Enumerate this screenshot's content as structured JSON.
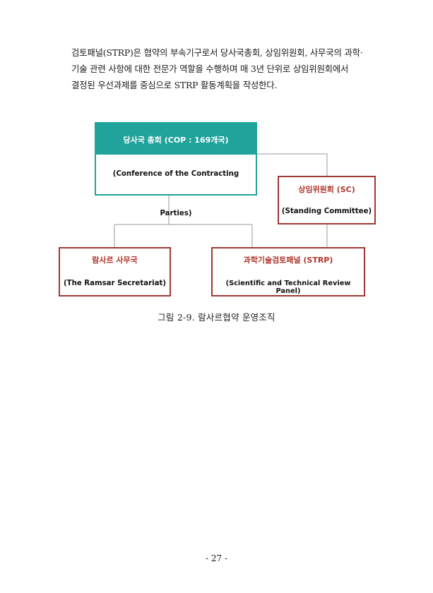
{
  "paragraph": {
    "line1": "검토패널(STRP)은 협약의 부속기구로서 당사국총회, 상임위원회, 사무국의 과학·",
    "line2": "기술 관련 사항에 대한 전문가 역할을 수행하며 매 3년 단위로 상임위원회에서",
    "line3": "결정된 우선과제를 중심으로 STRP 활동계획을 작성한다."
  },
  "chart": {
    "cop": {
      "title": "당사국 총회 (COP : 169개국)",
      "subtitle": "(Conference of the Contracting Parties)"
    },
    "sc": {
      "title": "상임위원회 (SC)",
      "subtitle": "(Standing Committee)"
    },
    "ramsar": {
      "title": "람사르 사무국",
      "subtitle": "(The Ramsar Secretariat)"
    },
    "strp": {
      "title": "과학기술검토패널 (STRP)",
      "subtitle": "(Scientific and Technical Review Panel)"
    },
    "colors": {
      "cop_fill": "#20a39b",
      "box_border_red": "#9e3a34",
      "title_red": "#b0352c",
      "connector": "#999999"
    }
  },
  "caption": "그림 2-9. 람사르협약 운영조직",
  "page_number": "- 27 -"
}
